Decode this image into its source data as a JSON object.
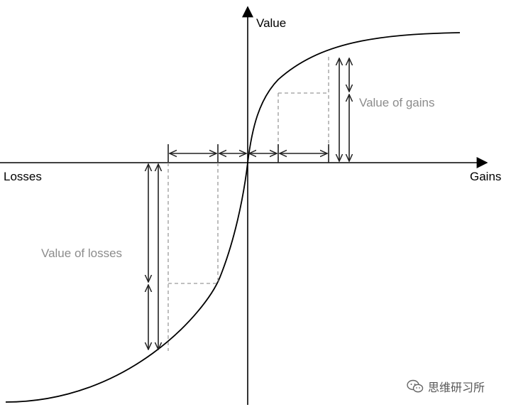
{
  "labels": {
    "y_axis": "Value",
    "x_negative": "Losses",
    "x_positive": "Gains",
    "value_of_gains": "Value of gains",
    "value_of_losses": "Value of losses"
  },
  "watermark": {
    "text": "思维研习所",
    "icon": "wechat-icon"
  },
  "colors": {
    "axis": "#000000",
    "curve": "#000000",
    "arrows": "#222222",
    "guides": "#999999",
    "annotation_text": "#8c8c8c",
    "watermark": "#555555"
  }
}
